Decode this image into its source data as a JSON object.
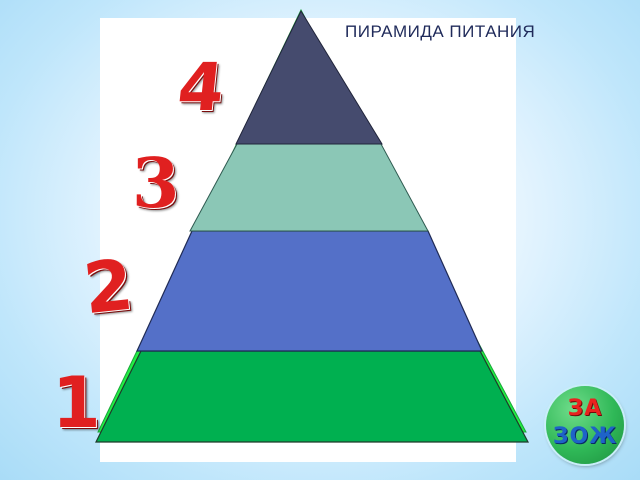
{
  "title": "ПИРАМИДА ПИТАНИЯ",
  "levels": [
    {
      "number": "1",
      "color": "#00b050",
      "name": "level-1"
    },
    {
      "number": "2",
      "color": "#5470c8",
      "name": "level-2"
    },
    {
      "number": "3",
      "color": "#8bc7b6",
      "name": "level-3"
    },
    {
      "number": "4",
      "color": "#454b6e",
      "name": "level-4"
    }
  ],
  "colors": {
    "outer_pyramid": "#22ee44",
    "number_red": "#e02020",
    "badge_green": "#2fb857"
  },
  "badge": {
    "line1": "ЗА",
    "line2": "ЗОЖ"
  }
}
